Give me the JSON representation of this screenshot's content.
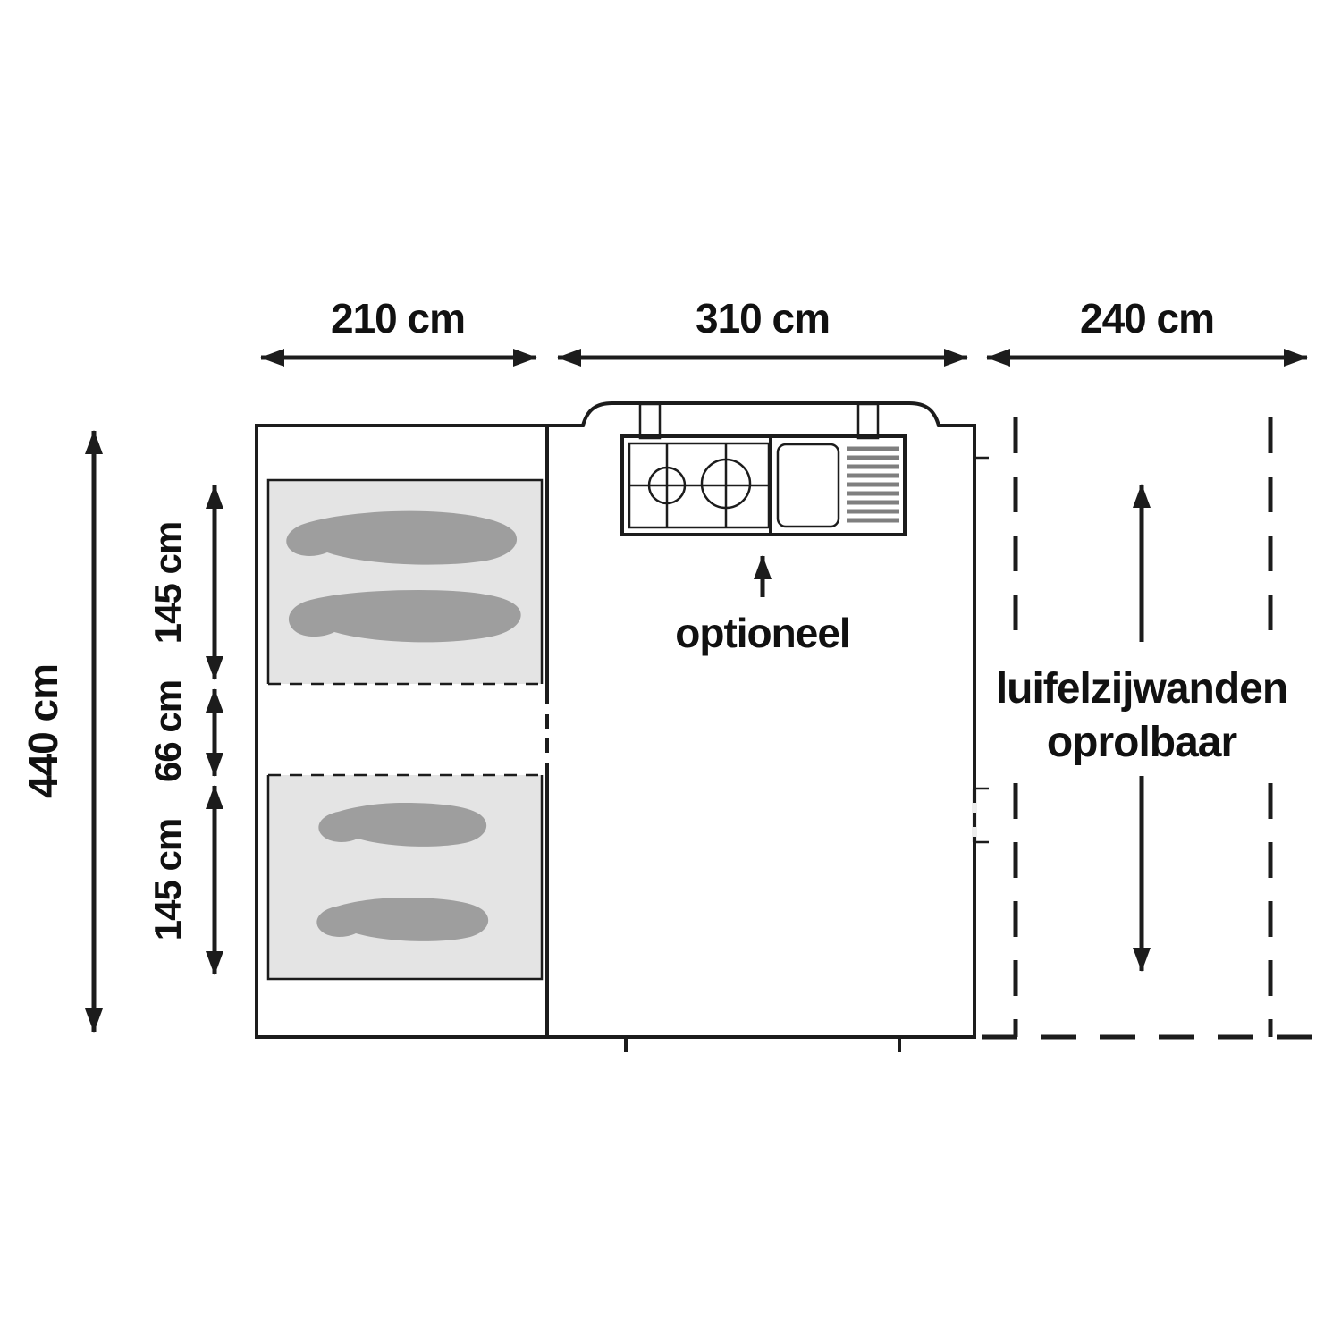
{
  "labels": {
    "dim_210": "210 cm",
    "dim_310": "310 cm",
    "dim_240": "240 cm",
    "dim_440": "440 cm",
    "dim_145_top": "145 cm",
    "dim_66": "66 cm",
    "dim_145_bottom": "145 cm",
    "optional": "optioneel",
    "awning_line1": "luifelzijwanden",
    "awning_line2": "oprolbaar"
  },
  "colors": {
    "line": "#1c1c1c",
    "cabin_fill": "#c6c6c6",
    "compartment_fill": "#e4e4e4",
    "sleeping_bag_fill": "#9e9e9e",
    "awning_fill": "#ededed",
    "kitchen_fill": "#ffffff",
    "drainer_lines": "#7f7f7f",
    "background": "#ffffff"
  },
  "icons": {
    "arrows": "dimension-double-arrow",
    "stove": "two-burner-stove-icon",
    "sink": "sink-with-drainer-icon"
  }
}
